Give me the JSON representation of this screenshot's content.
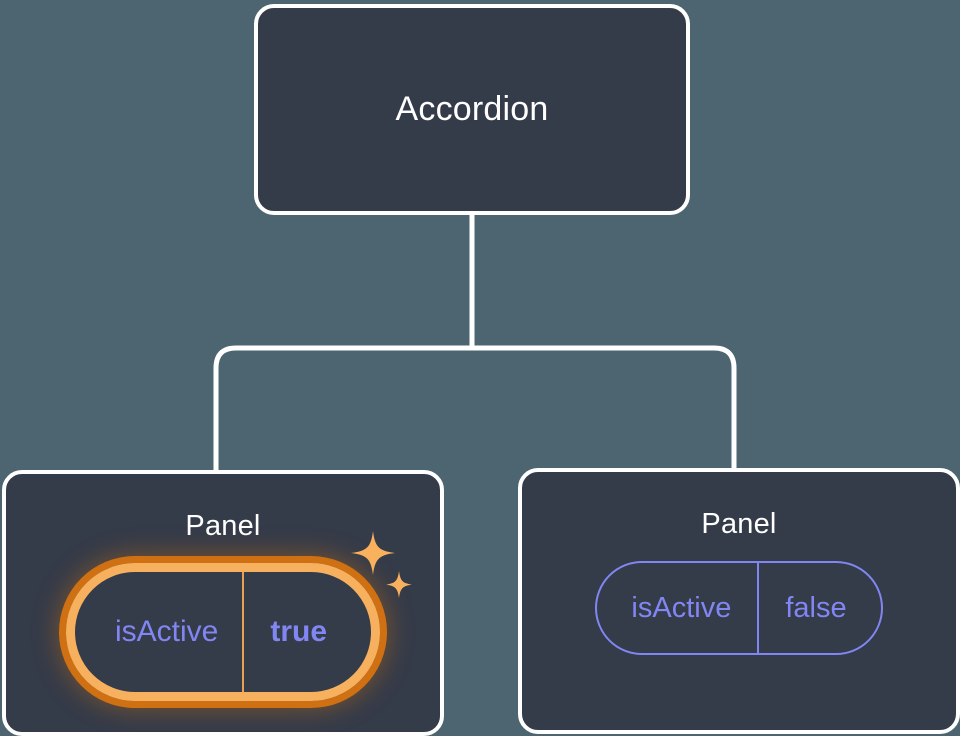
{
  "canvas": {
    "background_color": "#4c6571",
    "card_fill_color": "#343b49",
    "card_border_color": "#ffffff",
    "connector_color": "#ffffff",
    "prop_text_color": "#8186f2",
    "highlight_border_color": "#f7b15e",
    "highlight_glow_color": "#cf7012",
    "sparkle_color": "#f9b15e"
  },
  "tree": {
    "root": {
      "title": "Accordion"
    },
    "children": [
      {
        "title": "Panel",
        "highlighted": true,
        "prop": {
          "key": "isActive",
          "value": "true"
        }
      },
      {
        "title": "Panel",
        "highlighted": false,
        "prop": {
          "key": "isActive",
          "value": "false"
        }
      }
    ]
  },
  "icons": {
    "sparkle_large": "sparkle-icon",
    "sparkle_small": "sparkle-small-icon"
  }
}
